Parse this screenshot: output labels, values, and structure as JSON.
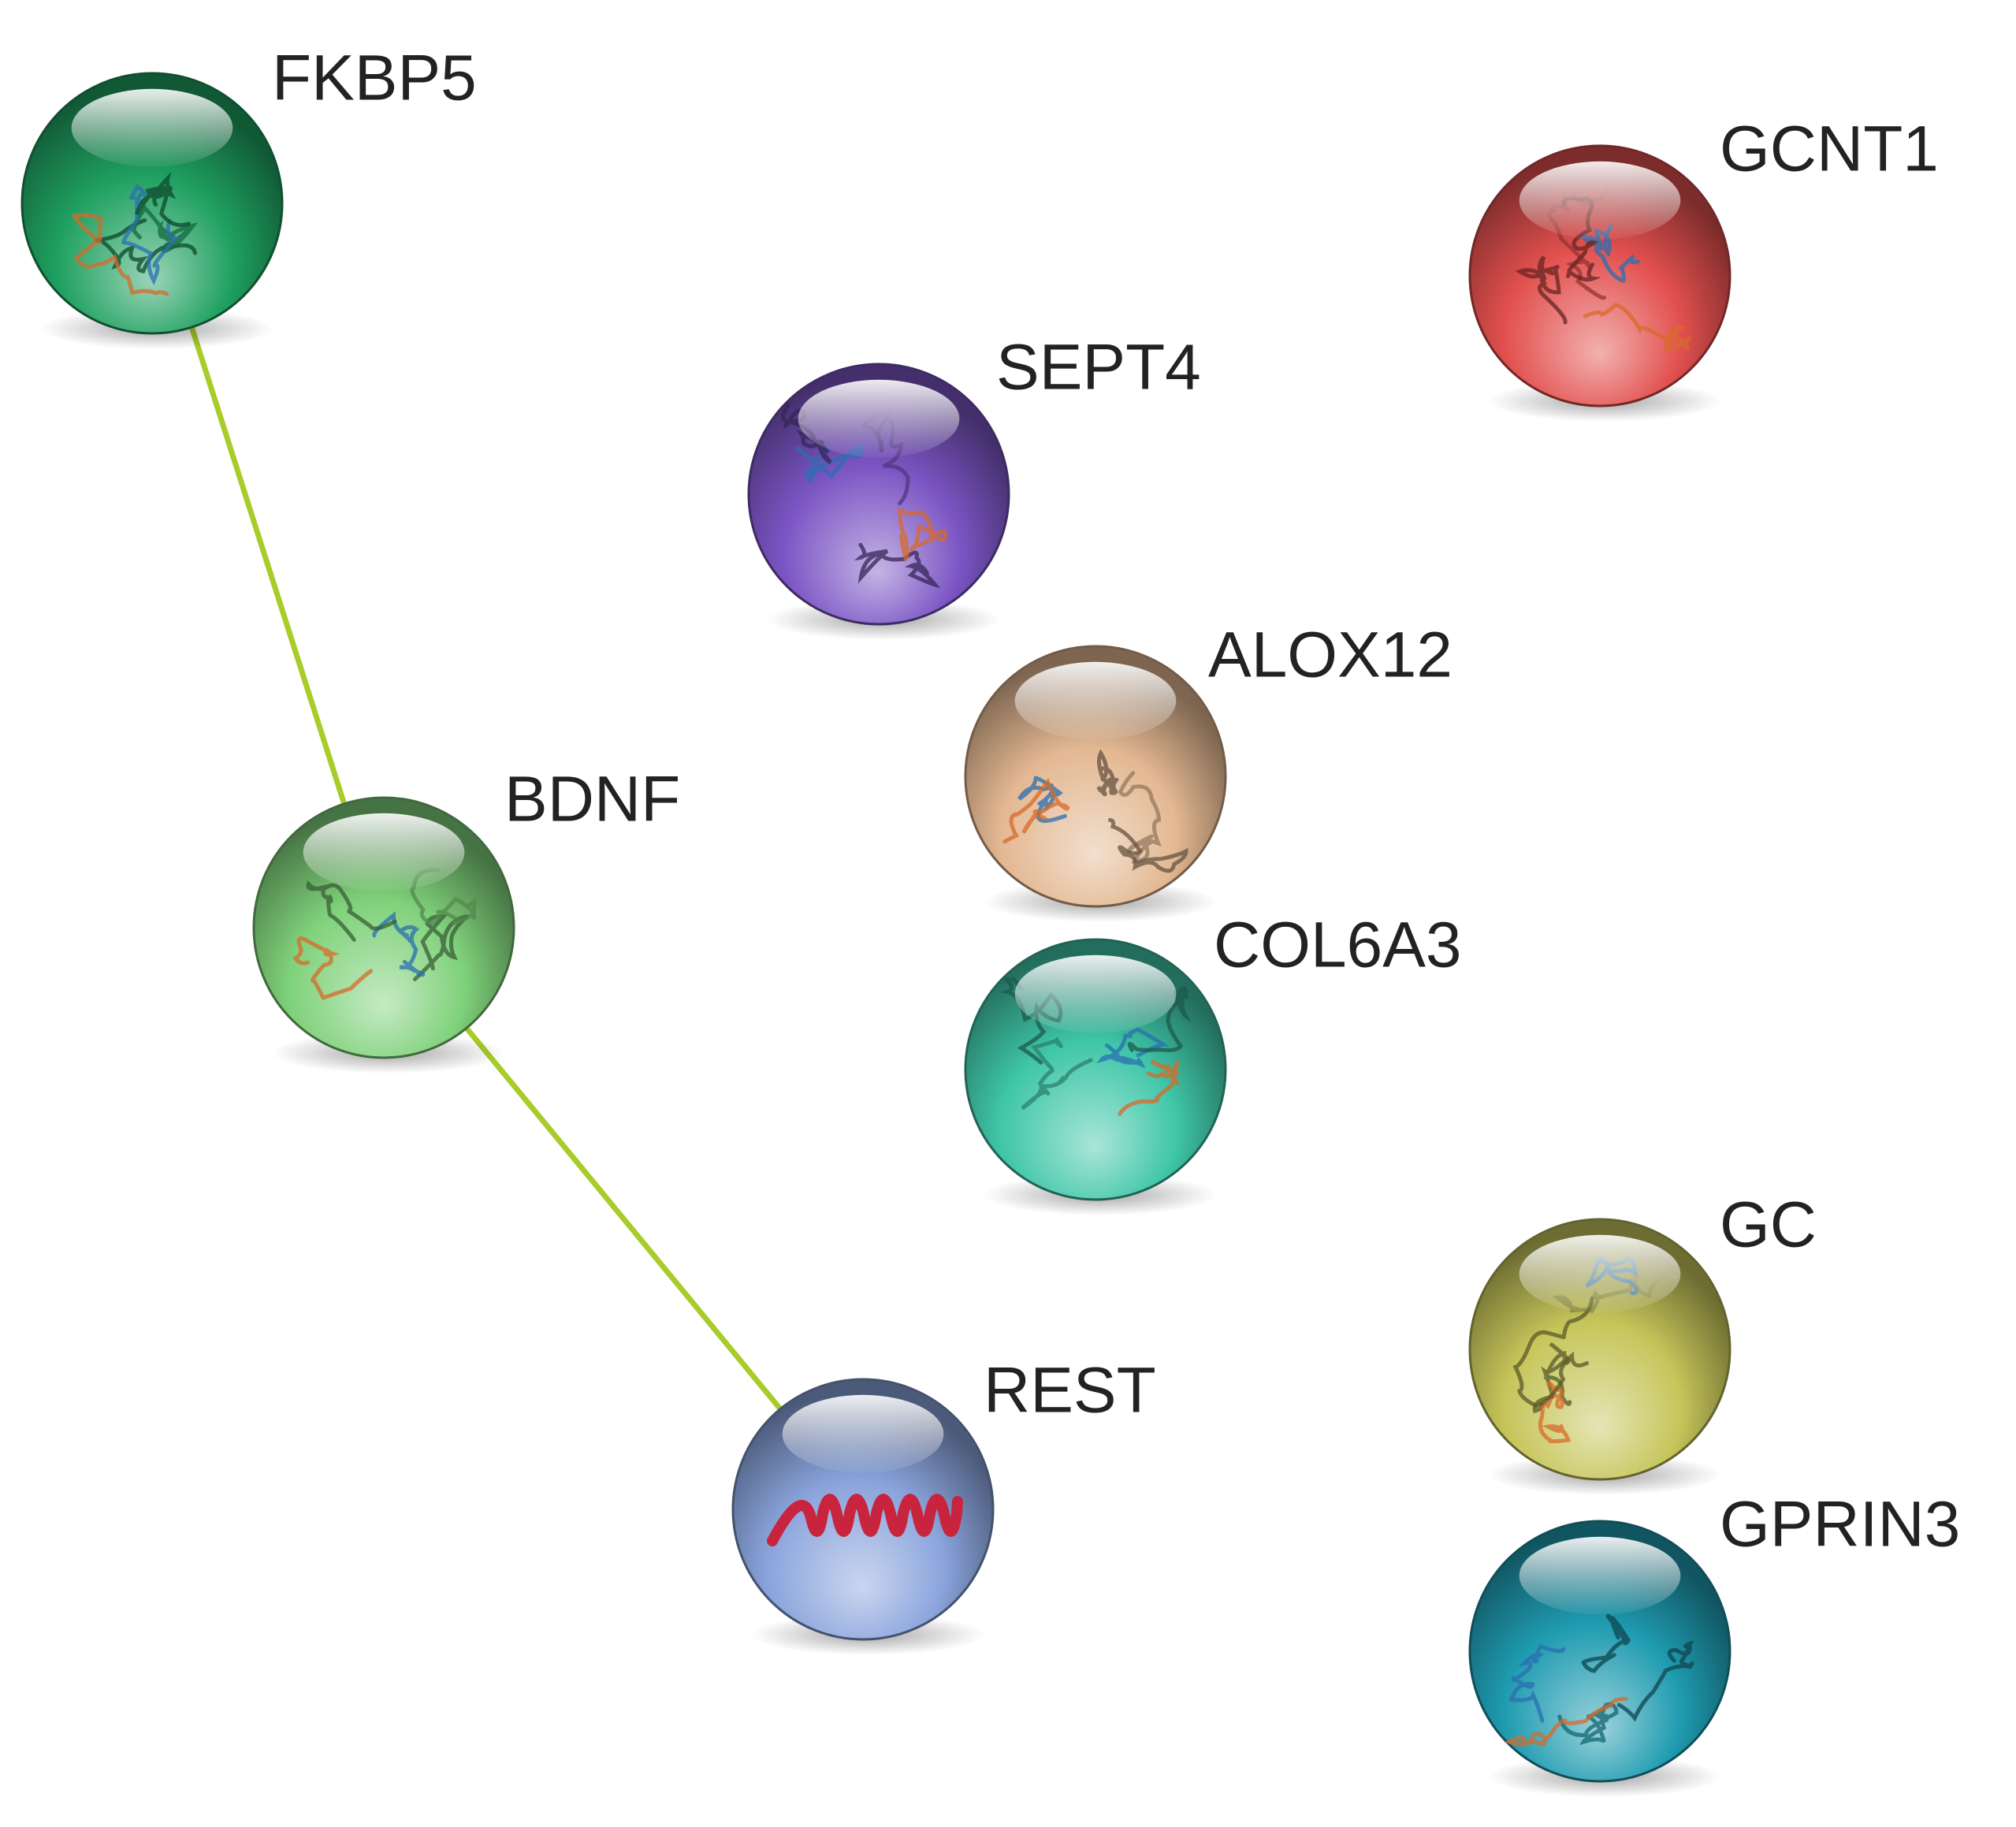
{
  "network": {
    "nodes": [
      {
        "id": "FKBP5",
        "label": "FKBP5",
        "color": "#1fa060",
        "structure_icon": "protein-structure-icon"
      },
      {
        "id": "GCNT1",
        "label": "GCNT1",
        "color": "#e2504e",
        "structure_icon": "protein-structure-icon"
      },
      {
        "id": "SEPT4",
        "label": "SEPT4",
        "color": "#7b55c4",
        "structure_icon": "protein-structure-icon"
      },
      {
        "id": "ALOX12",
        "label": "ALOX12",
        "color": "#e3b892",
        "structure_icon": "protein-structure-icon"
      },
      {
        "id": "BDNF",
        "label": "BDNF",
        "color": "#7fd17a",
        "structure_icon": "protein-structure-icon"
      },
      {
        "id": "COL6A3",
        "label": "COL6A3",
        "color": "#3fc6a8",
        "structure_icon": "protein-structure-icon"
      },
      {
        "id": "GC",
        "label": "GC",
        "color": "#c6c55a",
        "structure_icon": "protein-structure-icon"
      },
      {
        "id": "REST",
        "label": "REST",
        "color": "#8aa4dc",
        "structure_icon": "helix-structure-icon"
      },
      {
        "id": "GPRIN3",
        "label": "GPRIN3",
        "color": "#1f9bb0",
        "structure_icon": "protein-structure-icon"
      }
    ],
    "edges": [
      {
        "source": "FKBP5",
        "target": "BDNF",
        "color": "#a8cc2a"
      },
      {
        "source": "BDNF",
        "target": "REST",
        "color": "#a8cc2a"
      }
    ]
  }
}
